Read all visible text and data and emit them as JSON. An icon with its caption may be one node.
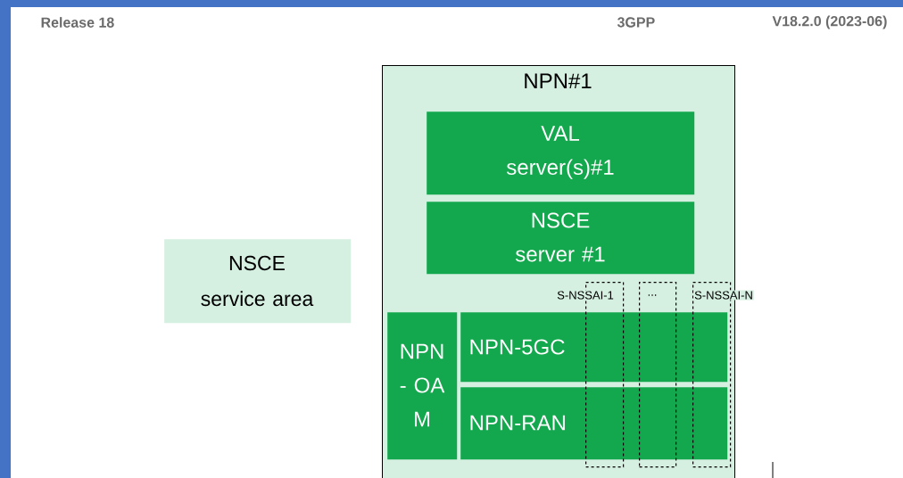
{
  "diagram": {
    "nodes": [
      {
        "text": [
          "NPN#1"
        ]
      },
      {
        "text": [
          "VAL server(s)#1"
        ],
        "in": 0
      },
      {
        "text": [
          "NSCE server #1"
        ],
        "in": 0
      },
      {
        "text": [
          "NPN - OA M"
        ],
        "in": 0
      },
      {
        "text": [
          "NPN-5GC"
        ],
        "in": 0
      },
      {
        "text": [
          "NPN-RAN"
        ],
        "in": 0
      },
      {
        "text": [
          "S-NSSAI-1"
        ],
        "in": 0
      },
      {
        "text": [
          "..."
        ],
        "in": 0
      },
      {
        "text": [
          "S-NSSAI-N"
        ],
        "in": 0
      },
      {
        "text": [
          "NSCE service area"
        ]
      }
    ],
    "labels": [
      "Release 18",
      "3GPP",
      "V18.2.0 (2023-06)"
    ]
  }
}
